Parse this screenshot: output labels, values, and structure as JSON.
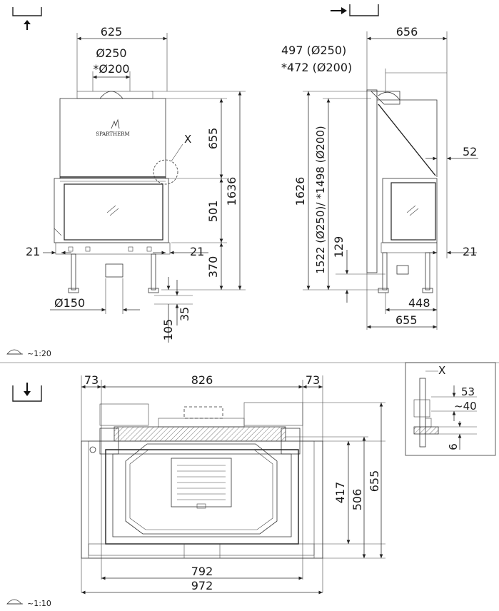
{
  "colors": {
    "line": "#333333",
    "text": "#1a1a1a",
    "background": "#ffffff"
  },
  "icons": {
    "front_view": "arrow-up-icon",
    "side_view": "arrow-right-icon",
    "top_view": "arrow-down-icon",
    "scale": "scale-ruler-icon"
  },
  "brand": "SPARTHERM",
  "front": {
    "width_top": "625",
    "flue_250": "Ø250",
    "flue_200": "*Ø200",
    "marker_x": "X",
    "h_655": "655",
    "h_501": "501",
    "h_1636": "1636",
    "h_370": "370",
    "left_21": "21",
    "right_21": "21",
    "bottom_150": "Ø150",
    "h_35": "35",
    "h_105": "105",
    "scale": "~1:20"
  },
  "side": {
    "width_top": "656",
    "flue_497": "497 (Ø250)",
    "flue_472": "*472 (Ø200)",
    "h_1626": "1626",
    "h_1522": "1522 (Ø250)/ *1498 (Ø200)",
    "h_129": "129",
    "d_52": "52",
    "d_21": "21",
    "d_448": "448",
    "d_655": "655"
  },
  "top": {
    "w_73_left": "73",
    "w_826": "826",
    "w_73_right": "73",
    "h_417": "417",
    "h_506": "506",
    "h_655": "655",
    "w_792": "792",
    "w_972": "972",
    "scale": "~1:10"
  },
  "detail": {
    "marker_x": "X",
    "d_53": "53",
    "d_40": "~40",
    "d_6": "6"
  }
}
